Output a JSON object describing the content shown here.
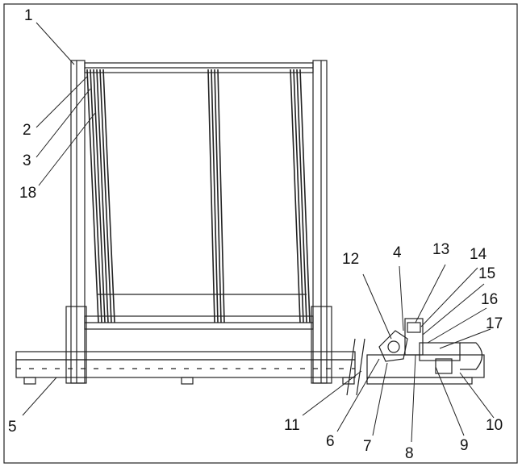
{
  "labels": {
    "l1": "1",
    "l2": "2",
    "l3": "3",
    "l18": "18",
    "l5": "5",
    "l11": "11",
    "l6": "6",
    "l7": "7",
    "l8": "8",
    "l9": "9",
    "l10": "10",
    "l12": "12",
    "l4": "4",
    "l13": "13",
    "l14": "14",
    "l15": "15",
    "l16": "16",
    "l17": "17"
  },
  "colors": {
    "line": "#222222",
    "background": "#ffffff"
  }
}
